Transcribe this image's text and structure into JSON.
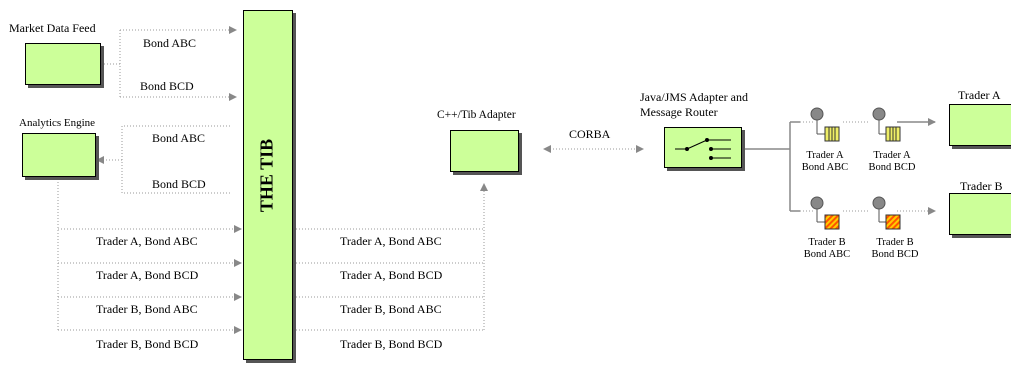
{
  "nodes": {
    "market_data_feed": "Market Data Feed",
    "analytics_engine": "Analytics Engine",
    "the_tib": "THE TIB",
    "cpp_tib_adapter": "C++/Tib Adapter",
    "java_jms_adapter_line1": "Java/JMS Adapter and",
    "java_jms_adapter_line2": "Message Router",
    "trader_a": "Trader A",
    "trader_b": "Trader B"
  },
  "links": {
    "corba": "CORBA",
    "mdf_bond_abc": "Bond ABC",
    "mdf_bond_bcd": "Bond BCD",
    "ae_bond_abc": "Bond ABC",
    "ae_bond_bcd": "Bond BCD",
    "left_topics": [
      "Trader A, Bond ABC",
      "Trader A, Bond BCD",
      "Trader B, Bond ABC",
      "Trader B, Bond BCD"
    ],
    "right_topics": [
      "Trader A, Bond ABC",
      "Trader A, Bond BCD",
      "Trader B, Bond ABC",
      "Trader B, Bond BCD"
    ]
  },
  "queues": {
    "ta_abc": [
      "Trader A",
      "Bond ABC"
    ],
    "ta_bcd": [
      "Trader A",
      "Bond BCD"
    ],
    "tb_abc": [
      "Trader B",
      "Bond ABC"
    ],
    "tb_bcd": [
      "Trader B",
      "Bond BCD"
    ]
  },
  "colors": {
    "box_fill": "#ccff99",
    "queue_a": "#eeee66",
    "queue_b_stripe1": "#ff6600",
    "queue_b_stripe2": "#ffcc00",
    "connector_grey": "#888888"
  }
}
